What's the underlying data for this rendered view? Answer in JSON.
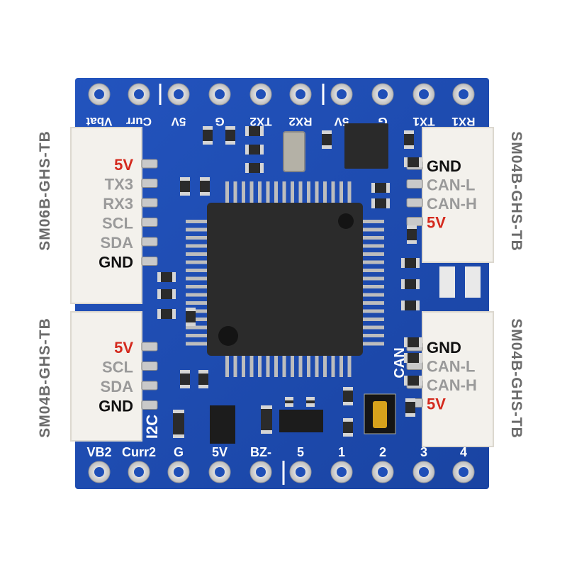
{
  "colors": {
    "board": "#1f4fb8",
    "board_dark": "#163c92",
    "silk_white": "#ffffff",
    "connector_body": "#f3f1ec",
    "chip": "#2b2b2b",
    "pin_gold": "#c9c9c9",
    "red_text": "#d42a1e",
    "gray_text": "#9a9a9a",
    "black_text": "#111111",
    "label_gray": "#6b6b6b"
  },
  "top_pads": [
    "Vbat",
    "Curr",
    "5V",
    "G",
    "TX2",
    "RX2",
    "5V",
    "G",
    "TX1",
    "RX1"
  ],
  "bottom_pads": [
    "VB2",
    "Curr2",
    "G",
    "5V",
    "BZ-",
    "5",
    "1",
    "2",
    "3",
    "4"
  ],
  "left_upper_connector": {
    "part": "SM06B-GHS-TB",
    "pins": [
      {
        "label": "5V",
        "color": "red"
      },
      {
        "label": "TX3",
        "color": "gray"
      },
      {
        "label": "RX3",
        "color": "gray"
      },
      {
        "label": "SCL",
        "color": "gray"
      },
      {
        "label": "SDA",
        "color": "gray"
      },
      {
        "label": "GND",
        "color": "black"
      }
    ]
  },
  "left_lower_connector": {
    "part": "SM04B-GHS-TB",
    "pins": [
      {
        "label": "5V",
        "color": "red"
      },
      {
        "label": "SCL",
        "color": "gray"
      },
      {
        "label": "SDA",
        "color": "gray"
      },
      {
        "label": "GND",
        "color": "black"
      }
    ]
  },
  "right_upper_connector": {
    "part": "SM04B-GHS-TB",
    "pins": [
      {
        "label": "GND",
        "color": "black"
      },
      {
        "label": "CAN-L",
        "color": "gray"
      },
      {
        "label": "CAN-H",
        "color": "gray"
      },
      {
        "label": "5V",
        "color": "red"
      }
    ]
  },
  "right_lower_connector": {
    "part": "SM04B-GHS-TB",
    "pins": [
      {
        "label": "GND",
        "color": "black"
      },
      {
        "label": "CAN-L",
        "color": "gray"
      },
      {
        "label": "CAN-H",
        "color": "gray"
      },
      {
        "label": "5V",
        "color": "red"
      }
    ]
  },
  "silk": {
    "i2c": "I2C",
    "can": "CAN"
  }
}
